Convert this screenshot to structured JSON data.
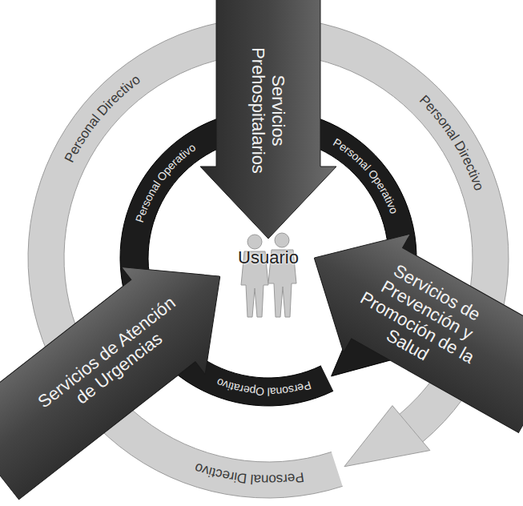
{
  "diagram": {
    "nodes": [
      {
        "text": [
          "Personal Directivo",
          "Personal Directivo",
          "Personal Directivo"
        ]
      },
      {
        "text": [
          "Personal Operativo",
          "Personal Operativo",
          "Personal Operativo"
        ]
      },
      {
        "text": [
          "Servicios Prehospitalarios"
        ]
      },
      {
        "text": [
          "Servicios de Prevención y Promoción de la Salud"
        ]
      },
      {
        "text": [
          "Servicios de Atención de Urgencias"
        ]
      }
    ],
    "labels": [
      "Usuario"
    ]
  }
}
